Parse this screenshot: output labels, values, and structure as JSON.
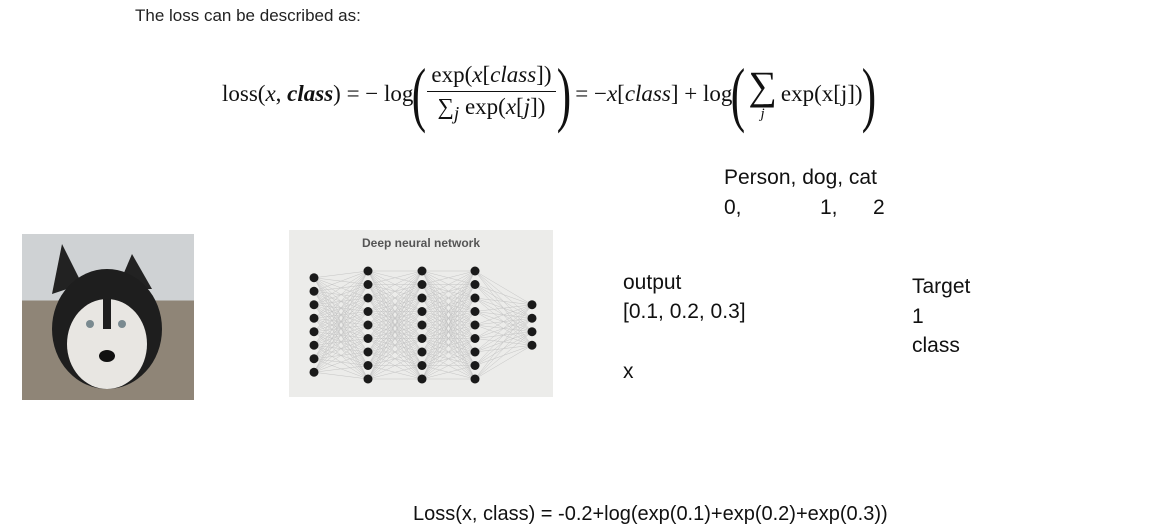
{
  "intro": "The loss can be described as:",
  "formula": {
    "lhs": "loss(",
    "x": "x",
    "comma": ", ",
    "cls": "class",
    "eq1": ") = − log",
    "num": "exp(x[class])",
    "den": "∑j exp(x[j])",
    "eq2": "= −x[class] + log",
    "sum_sub": "j",
    "sum_term": "exp(x[j])"
  },
  "classes": {
    "names": "Person, dog, cat",
    "indices": [
      "0,",
      "1,",
      "2"
    ]
  },
  "dnn": {
    "title": "Deep neural network",
    "layers": [
      8,
      9,
      9,
      9,
      4
    ]
  },
  "output": {
    "label": "output",
    "value": "[0.1, 0.2, 0.3]",
    "var": "x"
  },
  "target": {
    "label": "Target",
    "value": "1",
    "var": "class"
  },
  "loss_calc": "Loss(x, class) = -0.2+log(exp(0.1)+exp(0.2)+exp(0.3))"
}
